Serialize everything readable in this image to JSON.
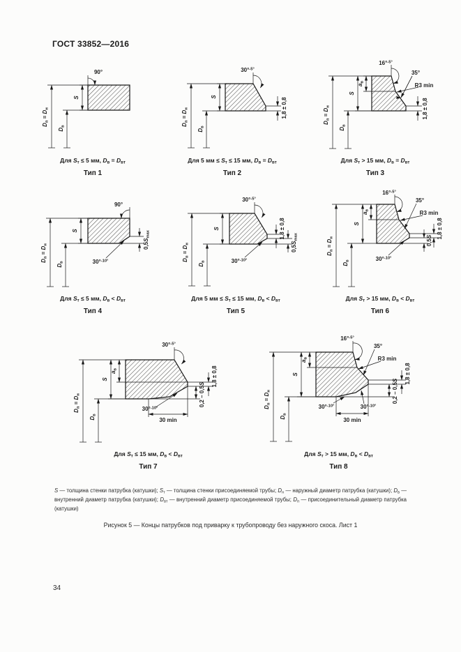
{
  "page": {
    "header": "ГОСТ 33852—2016",
    "page_number": "34",
    "figure_caption": "Рисунок 5 — Концы патрубков под приварку к трубопроводу без наружного скоса. Лист 1"
  },
  "legend": [
    {
      "t": "S",
      "i": true
    },
    {
      "t": " — толщина стенки патрубка (катушки); "
    },
    {
      "t": "S",
      "i": true
    },
    {
      "t": "т",
      "sub": true
    },
    {
      "t": " — толщина стенки присоединяемой трубы; "
    },
    {
      "t": "D",
      "i": true
    },
    {
      "t": "н",
      "sub": true
    },
    {
      "t": " — наружный диаметр патрубка (катушки); "
    },
    {
      "t": "D",
      "i": true
    },
    {
      "t": "в",
      "sub": true
    },
    {
      "t": " — внутренний диаметр патрубка (катушки); "
    },
    {
      "t": "D",
      "i": true
    },
    {
      "t": "вт",
      "sub": true
    },
    {
      "t": " — внутренний диаметр присоединяемой трубы; "
    },
    {
      "t": "D",
      "i": true
    },
    {
      "t": "п",
      "sub": true
    },
    {
      "t": " — присоединительный диаметр патрубка (катушки)"
    }
  ],
  "dims": {
    "a90": "90°",
    "a35": "35°",
    "r3": "R3 min",
    "min30": "30 min",
    "a30_5": [
      {
        "t": "30°"
      },
      {
        "t": "-5°",
        "sup": true
      }
    ],
    "a30_10": [
      {
        "t": "30°"
      },
      {
        "t": "-10°",
        "sup": true
      }
    ],
    "a16_5": [
      {
        "t": "16°"
      },
      {
        "t": "-5°",
        "sup": true
      }
    ],
    "root": [
      {
        "t": "1,8 ± 0,8"
      }
    ],
    "s": [
      {
        "t": "S",
        "i": true
      }
    ],
    "av": [
      {
        "t": "а",
        "i": true
      },
      {
        "t": "в",
        "sub": true
      }
    ],
    "dpdn": [
      {
        "t": "D",
        "i": true
      },
      {
        "t": "п",
        "sub": true
      },
      {
        "t": " = "
      },
      {
        "t": "D",
        "i": true
      },
      {
        "t": "н",
        "sub": true
      }
    ],
    "dv": [
      {
        "t": "D",
        "i": true
      },
      {
        "t": "в",
        "sub": true
      }
    ],
    "s05max": [
      {
        "t": "0,5"
      },
      {
        "t": "S",
        "i": true
      },
      {
        "t": "max",
        "sub": true
      }
    ],
    "s05": [
      {
        "t": "0,5"
      },
      {
        "t": "S",
        "i": true
      }
    ],
    "s0205": [
      {
        "t": "0,2 – 0,5"
      },
      {
        "t": "S",
        "i": true
      }
    ]
  },
  "figures": [
    {
      "type_label": "Тип 1",
      "condition": [
        {
          "t": "Для "
        },
        {
          "t": "S",
          "i": true
        },
        {
          "t": "т",
          "sub": true
        },
        {
          "t": " ≤ 5 мм, "
        },
        {
          "t": "D",
          "i": true
        },
        {
          "t": "в",
          "sub": true
        },
        {
          "t": " = "
        },
        {
          "t": "D",
          "i": true
        },
        {
          "t": "вт",
          "sub": true
        }
      ]
    },
    {
      "type_label": "Тип 2",
      "condition": [
        {
          "t": "Для 5 мм ≤ "
        },
        {
          "t": "S",
          "i": true
        },
        {
          "t": "т",
          "sub": true
        },
        {
          "t": " ≤ 15 мм, "
        },
        {
          "t": "D",
          "i": true
        },
        {
          "t": "в",
          "sub": true
        },
        {
          "t": " = "
        },
        {
          "t": "D",
          "i": true
        },
        {
          "t": "вт",
          "sub": true
        }
      ]
    },
    {
      "type_label": "Тип 3",
      "condition": [
        {
          "t": "Для "
        },
        {
          "t": "S",
          "i": true
        },
        {
          "t": "т",
          "sub": true
        },
        {
          "t": " > 15 мм, "
        },
        {
          "t": "D",
          "i": true
        },
        {
          "t": "в",
          "sub": true
        },
        {
          "t": " = "
        },
        {
          "t": "D",
          "i": true
        },
        {
          "t": "вт",
          "sub": true
        }
      ]
    },
    {
      "type_label": "Тип 4",
      "condition": [
        {
          "t": "Для "
        },
        {
          "t": "S",
          "i": true
        },
        {
          "t": "т",
          "sub": true
        },
        {
          "t": " ≤ 5 мм, "
        },
        {
          "t": "D",
          "i": true
        },
        {
          "t": "в",
          "sub": true
        },
        {
          "t": " < "
        },
        {
          "t": "D",
          "i": true
        },
        {
          "t": "вт",
          "sub": true
        }
      ]
    },
    {
      "type_label": "Тип 5",
      "condition": [
        {
          "t": "Для 5 мм ≤ "
        },
        {
          "t": "S",
          "i": true
        },
        {
          "t": "т",
          "sub": true
        },
        {
          "t": " ≤ 15 мм, "
        },
        {
          "t": "D",
          "i": true
        },
        {
          "t": "в",
          "sub": true
        },
        {
          "t": " < "
        },
        {
          "t": "D",
          "i": true
        },
        {
          "t": "вт",
          "sub": true
        }
      ]
    },
    {
      "type_label": "Тип 6",
      "condition": [
        {
          "t": "Для "
        },
        {
          "t": "S",
          "i": true
        },
        {
          "t": "т",
          "sub": true
        },
        {
          "t": " > 15 мм, "
        },
        {
          "t": "D",
          "i": true
        },
        {
          "t": "в",
          "sub": true
        },
        {
          "t": " < "
        },
        {
          "t": "D",
          "i": true
        },
        {
          "t": "вт",
          "sub": true
        }
      ]
    },
    {
      "type_label": "Тип 7",
      "condition": [
        {
          "t": "Для "
        },
        {
          "t": "S",
          "i": true
        },
        {
          "t": "т",
          "sub": true
        },
        {
          "t": " ≤ 15 мм, "
        },
        {
          "t": "D",
          "i": true
        },
        {
          "t": "в",
          "sub": true
        },
        {
          "t": " < "
        },
        {
          "t": "D",
          "i": true
        },
        {
          "t": "вт",
          "sub": true
        }
      ]
    },
    {
      "type_label": "Тип 8",
      "condition": [
        {
          "t": "Для "
        },
        {
          "t": "S",
          "i": true
        },
        {
          "t": "т",
          "sub": true
        },
        {
          "t": " > 15 мм, "
        },
        {
          "t": "D",
          "i": true
        },
        {
          "t": "в",
          "sub": true
        },
        {
          "t": " < "
        },
        {
          "t": "D",
          "i": true
        },
        {
          "t": "вт",
          "sub": true
        }
      ]
    }
  ]
}
